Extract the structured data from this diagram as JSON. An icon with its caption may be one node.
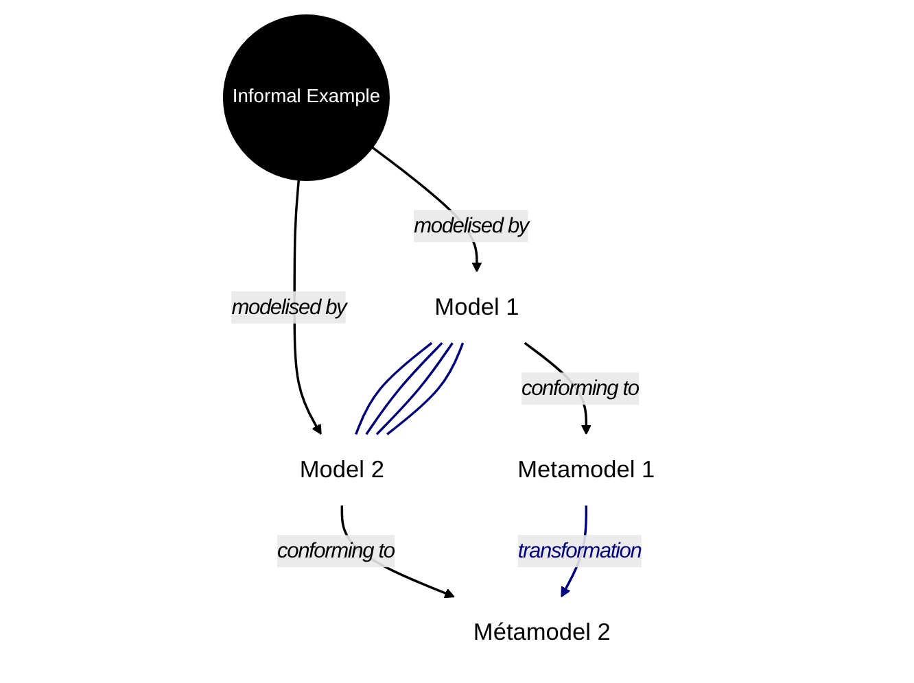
{
  "diagram": {
    "nodes": [
      {
        "text": [
          "Informal Example"
        ]
      },
      {
        "text": [
          "Model 1"
        ]
      },
      {
        "text": [
          "Model 2"
        ]
      },
      {
        "text": [
          "Metamodel 1"
        ]
      },
      {
        "text": [
          "Métamodel 2"
        ]
      }
    ],
    "edges": [
      {
        "from": 0,
        "to": 1,
        "arrow": "to",
        "label": "modelised by",
        "color": "#000000"
      },
      {
        "from": 0,
        "to": 2,
        "arrow": "to",
        "label": "modelised by",
        "color": "#000000"
      },
      {
        "from": 1,
        "to": 2,
        "arrow": "none",
        "color": "#000080"
      },
      {
        "from": 1,
        "to": 2,
        "arrow": "none",
        "color": "#000080"
      },
      {
        "from": 1,
        "to": 2,
        "arrow": "none",
        "color": "#000080"
      },
      {
        "from": 1,
        "to": 2,
        "arrow": "none",
        "color": "#000080"
      },
      {
        "from": 1,
        "to": 3,
        "arrow": "to",
        "label": "conforming to",
        "color": "#000000"
      },
      {
        "from": 2,
        "to": 4,
        "arrow": "to",
        "label": "conforming to",
        "color": "#000000"
      },
      {
        "from": 3,
        "to": 4,
        "arrow": "to",
        "label": "transformation",
        "color": "#000080"
      }
    ]
  }
}
